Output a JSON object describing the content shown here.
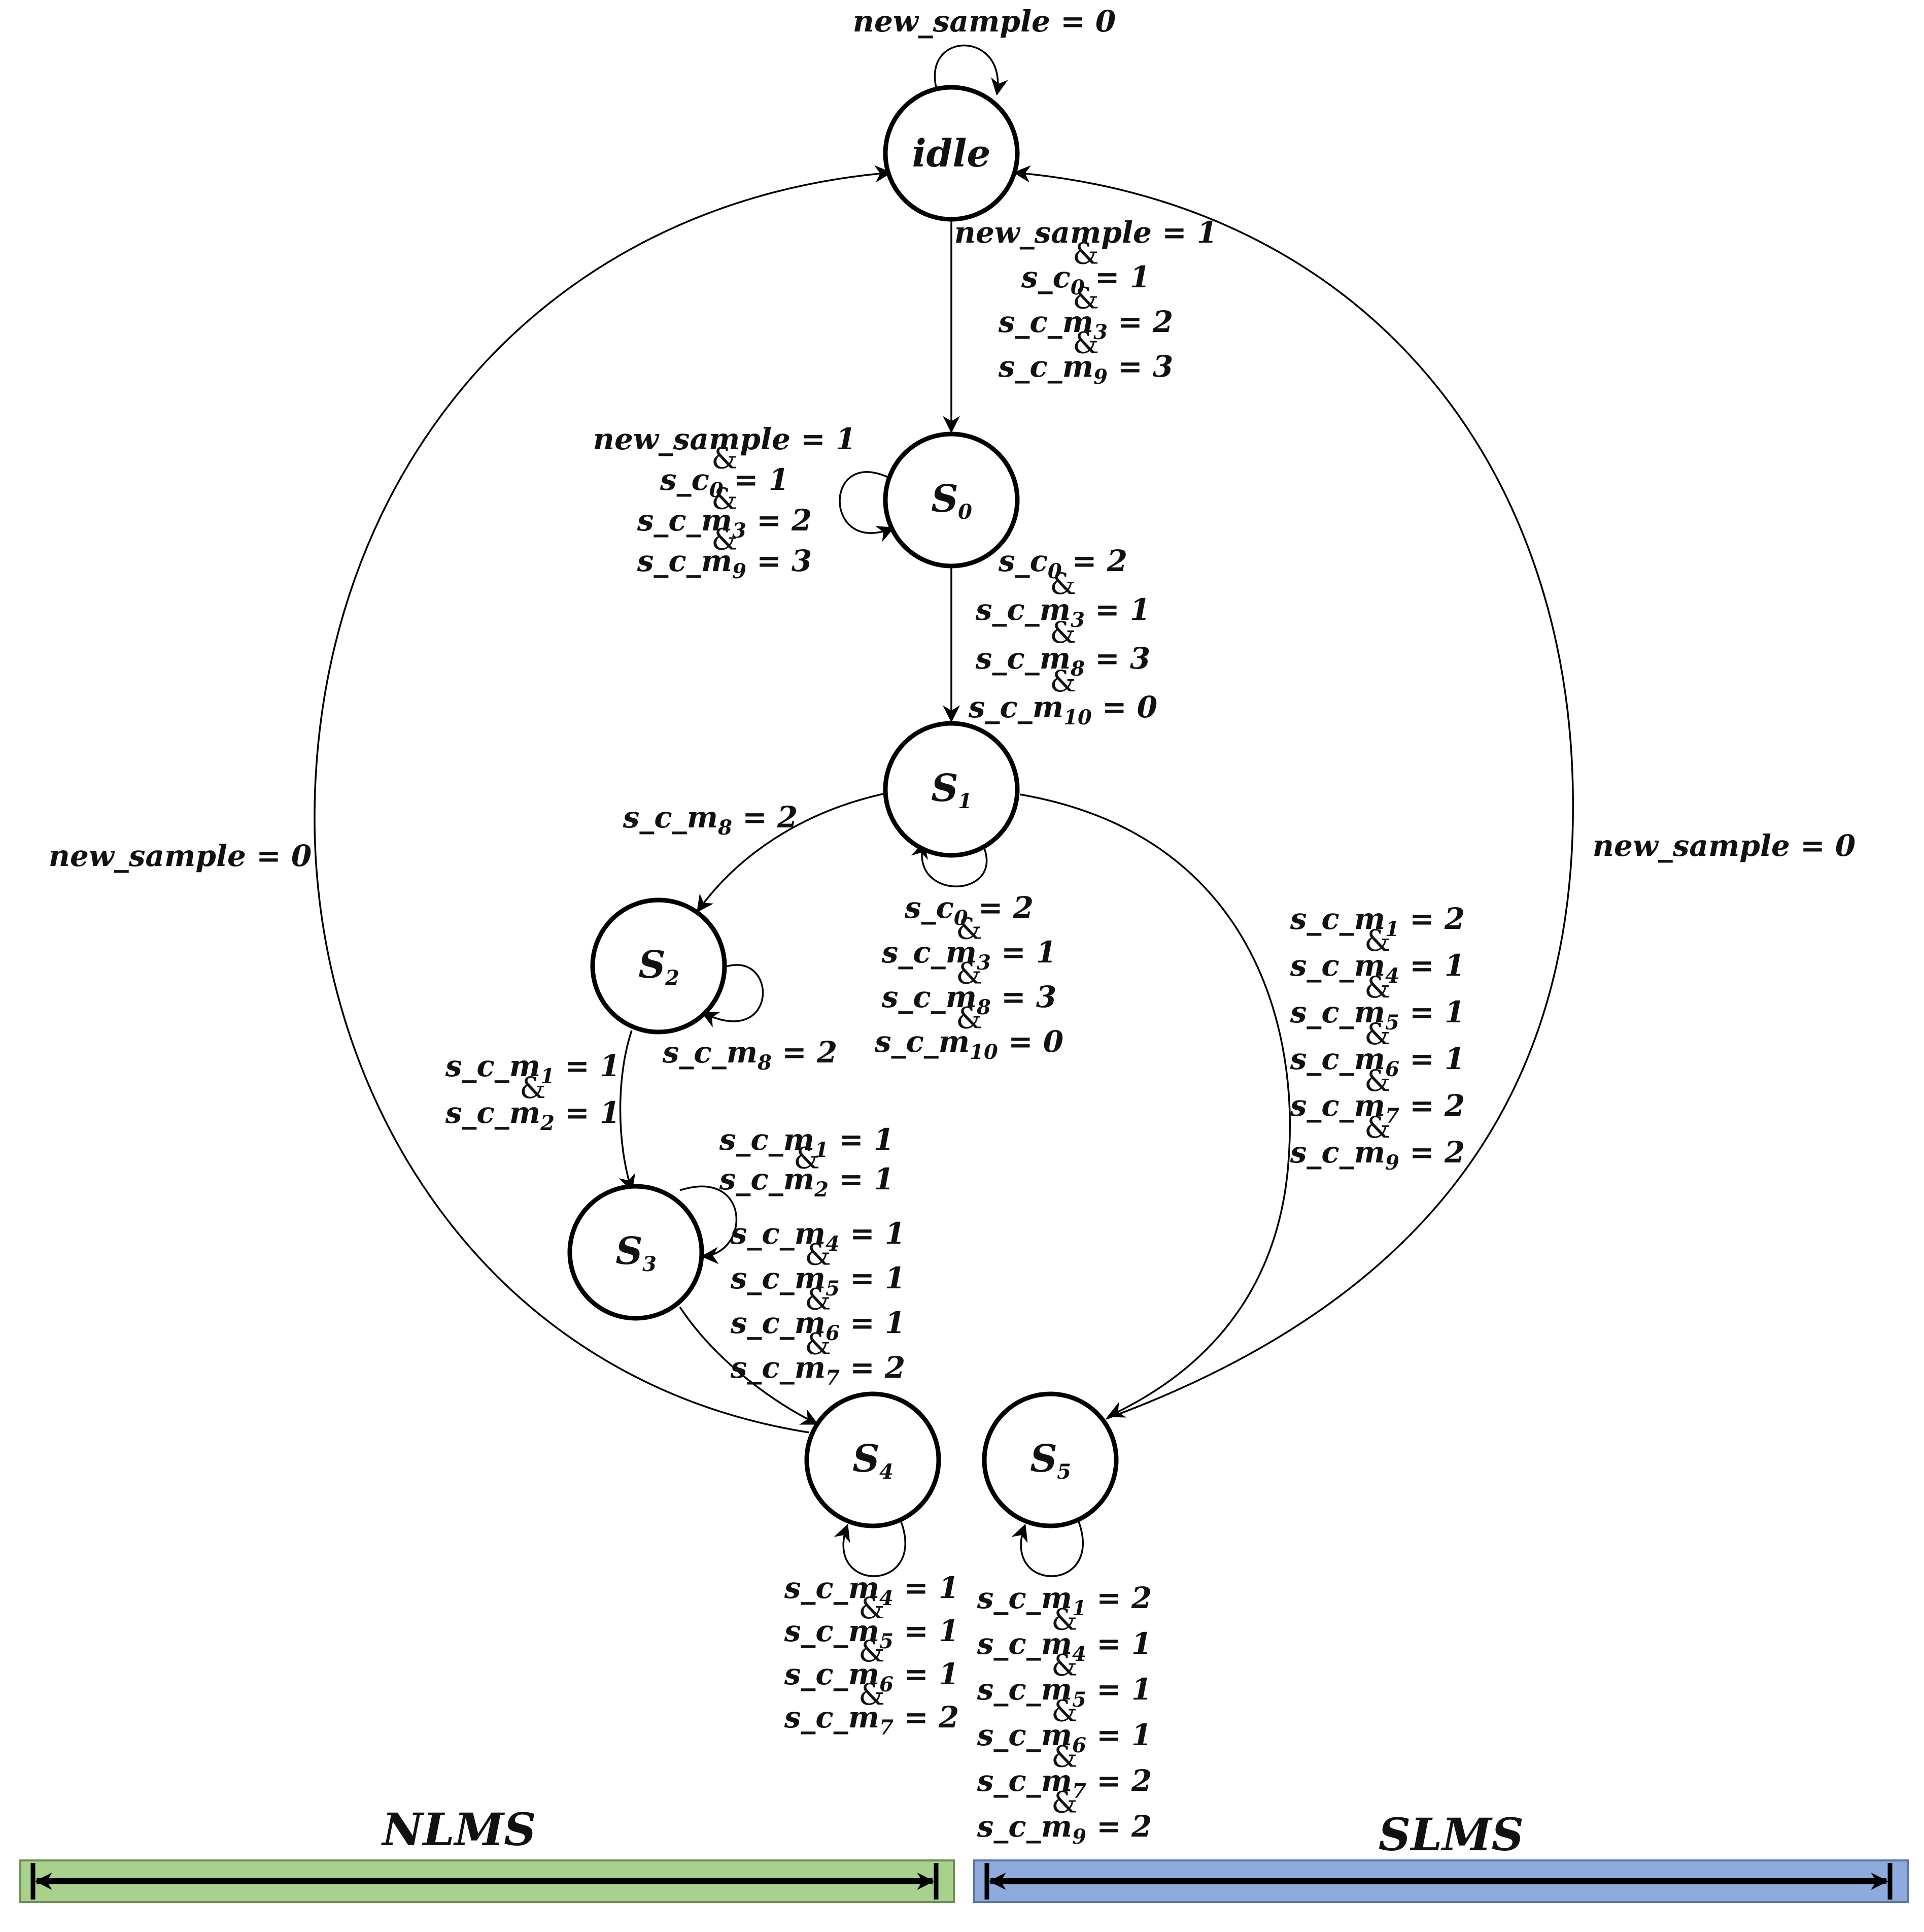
{
  "states": [
    {
      "id": "idle",
      "label": "idle"
    },
    {
      "id": "S0",
      "label": "S",
      "sub": "0"
    },
    {
      "id": "S1",
      "label": "S",
      "sub": "1"
    },
    {
      "id": "S2",
      "label": "S",
      "sub": "2"
    },
    {
      "id": "S3",
      "label": "S",
      "sub": "3"
    },
    {
      "id": "S4",
      "label": "S",
      "sub": "4"
    },
    {
      "id": "S5",
      "label": "S",
      "sub": "5"
    }
  ],
  "conditions": {
    "idle_self": [
      "new_sample =  0"
    ],
    "idle_to_s0": [
      "new_sample = 1",
      "s_c0 = 1",
      "s_c_m3 = 2",
      "s_c_m9 = 3"
    ],
    "s0_self": [
      "new_sample = 1",
      "s_c0 = 1",
      "s_c_m3 = 2",
      "s_c_m9 = 3"
    ],
    "s0_to_s1": [
      "s_c0 = 2",
      "s_c_m3 = 1",
      "s_c_m8 = 3",
      "s_c_m10 = 0"
    ],
    "s1_self": [
      "s_c0 = 2",
      "s_c_m3 = 1",
      "s_c_m8 = 3",
      "s_c_m10 = 0"
    ],
    "s1_to_s2": [
      "s_c_m8 = 2"
    ],
    "s2_self": [
      "s_c_m8 = 2"
    ],
    "s2_to_s3": [
      "s_c_m1 = 1",
      "s_c_m2 = 1"
    ],
    "s3_self": [
      "s_c_m1 = 1",
      "s_c_m2 = 1"
    ],
    "s3_to_s4": [
      "s_c_m4 = 1",
      "s_c_m5 = 1",
      "s_c_m6 = 1",
      "s_c_m7 = 2"
    ],
    "s4_self": [
      "s_c_m4 = 1",
      "s_c_m5 = 1",
      "s_c_m6 = 1",
      "s_c_m7 = 2"
    ],
    "s1_to_s5": [
      "s_c_m1 = 2",
      "s_c_m4 = 1",
      "s_c_m5 = 1",
      "s_c_m6 = 1",
      "s_c_m7 = 2",
      "s_c_m9 = 2"
    ],
    "s5_self": [
      "s_c_m1 = 2",
      "s_c_m4 = 1",
      "s_c_m5 = 1",
      "s_c_m6 = 1",
      "s_c_m7 = 2",
      "s_c_m9 = 2"
    ],
    "s4_to_idle": [
      "new_sample =  0"
    ],
    "s5_to_idle": [
      "new_sample =  0"
    ]
  },
  "connector": "&",
  "bands": {
    "nlms": {
      "title": "NLMS",
      "color": "#a9d18e"
    },
    "slms": {
      "title": "SLMS",
      "color": "#8faadc"
    }
  },
  "colors": {
    "stroke": "#000000",
    "text": "#111111"
  }
}
